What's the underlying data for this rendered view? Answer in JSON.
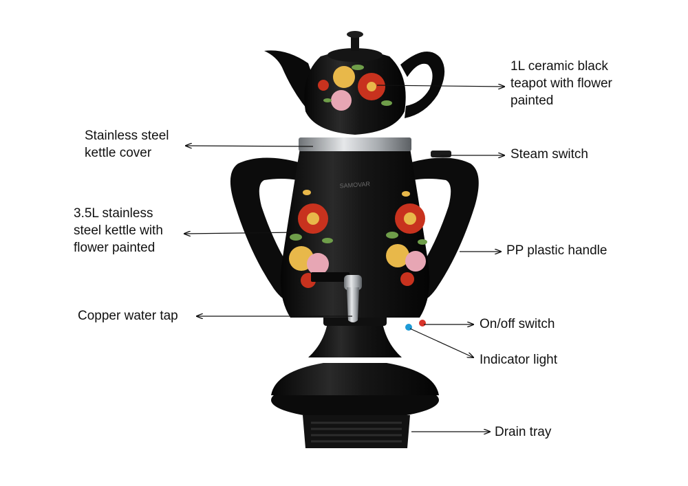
{
  "callouts": {
    "teapot": "1L ceramic black\nteapot with flower\npainted",
    "kettle_cover": "Stainless steel\nkettle cover",
    "steam_switch": "Steam switch",
    "kettle": "3.5L stainless\nsteel kettle with\nflower painted",
    "handle": "PP plastic handle",
    "water_tap": "Copper water tap",
    "on_off_switch": "On/off switch",
    "indicator_light": "Indicator light",
    "drain_tray": "Drain tray"
  },
  "brand_mark": "SAMOVAR",
  "colors": {
    "body": "#141414",
    "steel": "#b9bcbf",
    "flower_red": "#c8321e",
    "flower_yellow": "#e8b84a",
    "flower_pink": "#e7a6b4",
    "leaf": "#6f9e4a",
    "switch_red": "#d8342a",
    "indicator_blue": "#1e9bd7"
  }
}
